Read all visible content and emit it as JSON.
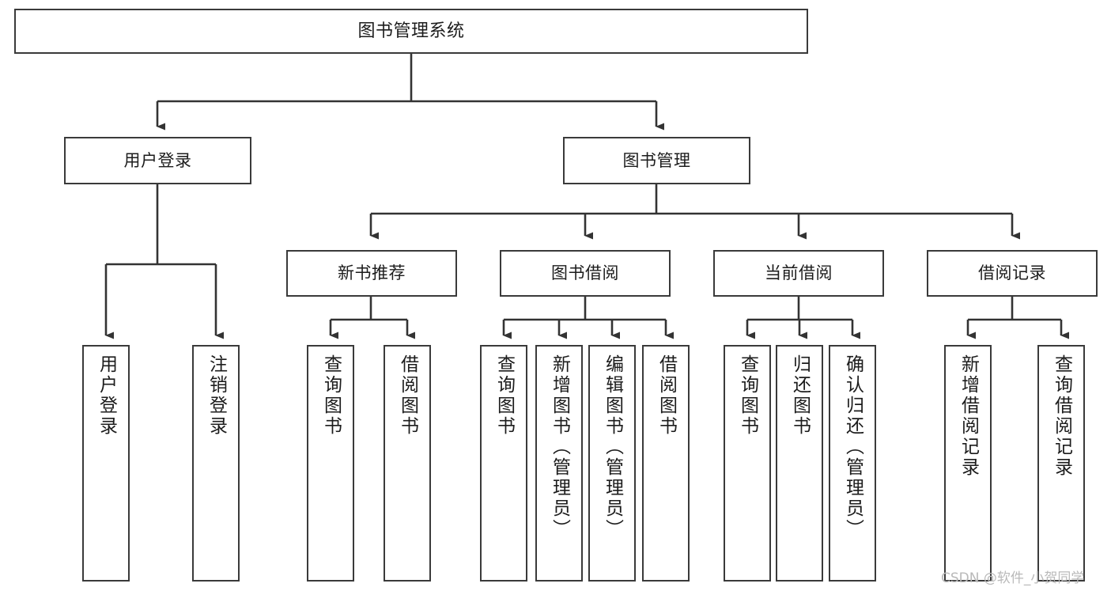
{
  "diagram": {
    "title": "图书管理系统",
    "type": "功能结构图",
    "watermark": "CSDN @软件_小贺同学",
    "colors": {
      "box_border": "#3a3a3a",
      "box_fill": "#ffffff",
      "connector": "#333333",
      "text": "#1c1c1c",
      "watermark": "#b9b9b9"
    },
    "nodes": {
      "root": {
        "label": "图书管理系统"
      },
      "level1": [
        {
          "id": "user-login",
          "label": "用户登录"
        },
        {
          "id": "book-manage",
          "label": "图书管理"
        }
      ],
      "level2": [
        {
          "id": "new-book-recommend",
          "label": "新书推荐"
        },
        {
          "id": "book-borrow",
          "label": "图书借阅"
        },
        {
          "id": "current-borrow",
          "label": "当前借阅"
        },
        {
          "id": "borrow-record",
          "label": "借阅记录"
        }
      ],
      "leaves": {
        "user_login": [
          {
            "id": "leaf-user-login",
            "label": "用户登录"
          },
          {
            "id": "leaf-logout-login",
            "label": "注销登录"
          }
        ],
        "new_book_recommend": [
          {
            "id": "leaf-query-book-1",
            "label": "查询图书"
          },
          {
            "id": "leaf-borrow-book-1",
            "label": "借阅图书"
          }
        ],
        "book_borrow": [
          {
            "id": "leaf-query-book-2",
            "label": "查询图书"
          },
          {
            "id": "leaf-add-book",
            "label": "新增图书（管理员）"
          },
          {
            "id": "leaf-edit-book",
            "label": "编辑图书（管理员）"
          },
          {
            "id": "leaf-borrow-book-2",
            "label": "借阅图书"
          }
        ],
        "current_borrow": [
          {
            "id": "leaf-query-book-3",
            "label": "查询图书"
          },
          {
            "id": "leaf-return-book",
            "label": "归还图书"
          },
          {
            "id": "leaf-confirm-return",
            "label": "确认归还（管理员）"
          }
        ],
        "borrow_record": [
          {
            "id": "leaf-add-record",
            "label": "新增借阅记录"
          },
          {
            "id": "leaf-query-record",
            "label": "查询借阅记录"
          }
        ]
      }
    }
  }
}
